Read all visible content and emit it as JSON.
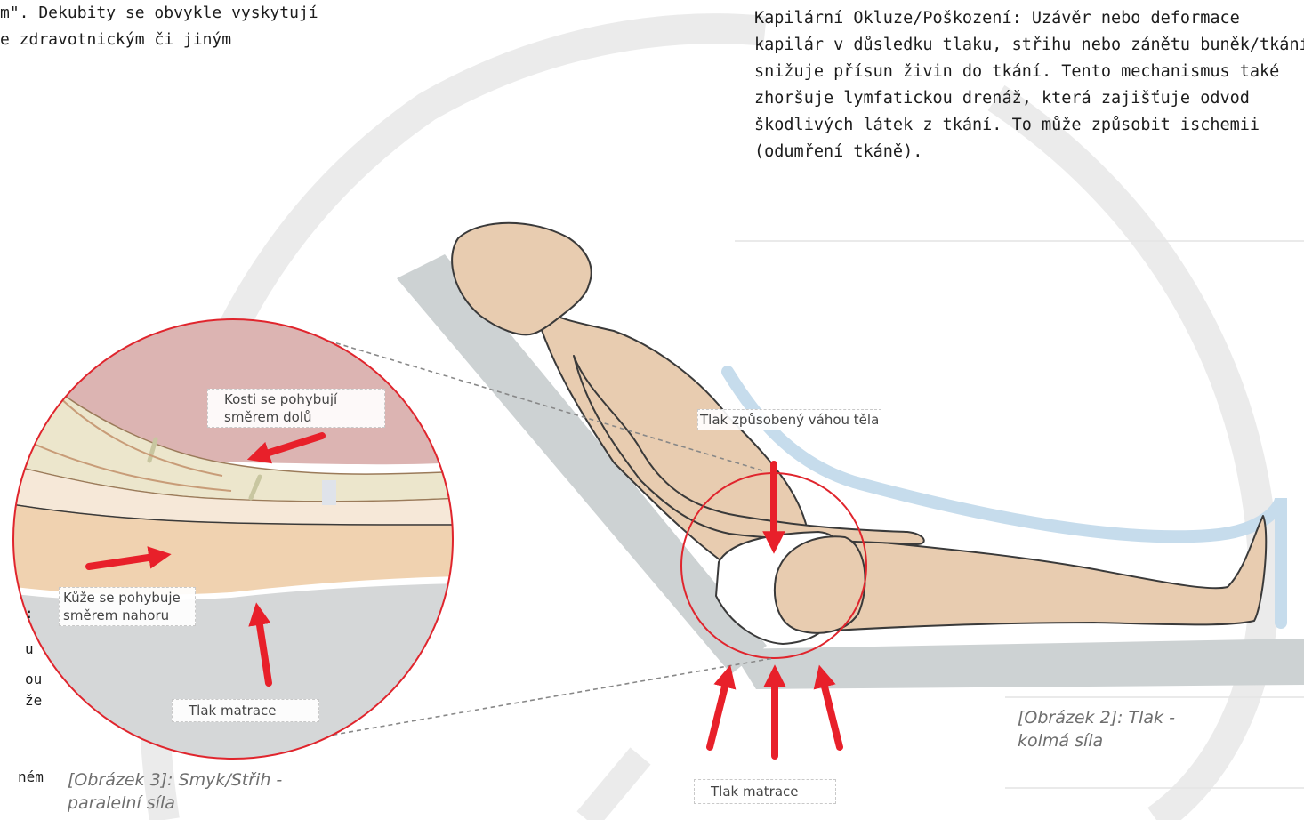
{
  "intro_fragment": {
    "line1": "m\". Dekubity se obvykle vyskytují",
    "line2": "e zdravotnickým či jiným"
  },
  "occlusion_text": {
    "lines": [
      "Kapilární Okluze/Poškození: Uzávěr nebo deformace",
      "kapilár v důsledku tlaku, střihu nebo zánětu buněk/tkání",
      "snižuje přísun živin do tkání. Tento mechanismus také",
      "zhoršuje lymfatickou drenáž, která zajišťuje odvod",
      "škodlivých látek z tkání. To může způsobit ischemii",
      "(odumření tkáně)."
    ]
  },
  "labels": {
    "bones": "Kosti se pohybují směrem dolů",
    "skin": "Kůže se pohybuje směrem nahoru",
    "mattress_pressure_zoom": "Tlak matrace",
    "body_weight_pressure": "Tlak způsobený váhou těla",
    "mattress_pressure_main": "Tlak matrace"
  },
  "captions": {
    "shear": "[Obrázek 3]: Smyk/Střih - paralelní síla",
    "pressure": "[Obrázek 2]: Tlak - kolmá síla"
  },
  "left_fragments": [
    ":",
    "u",
    "ou",
    "že",
    "ném"
  ],
  "colors": {
    "arrow": "#e8202a",
    "circle": "#e0252d",
    "skin": "#e8ccb0",
    "skin_outline": "#3a3a3a",
    "bed": "#cdd2d3",
    "mattress_blue": "#c6dcec",
    "background_arc": "#ebebeb",
    "bone_zone": "#dcb4b2",
    "dermis": "#f0d2b0"
  }
}
